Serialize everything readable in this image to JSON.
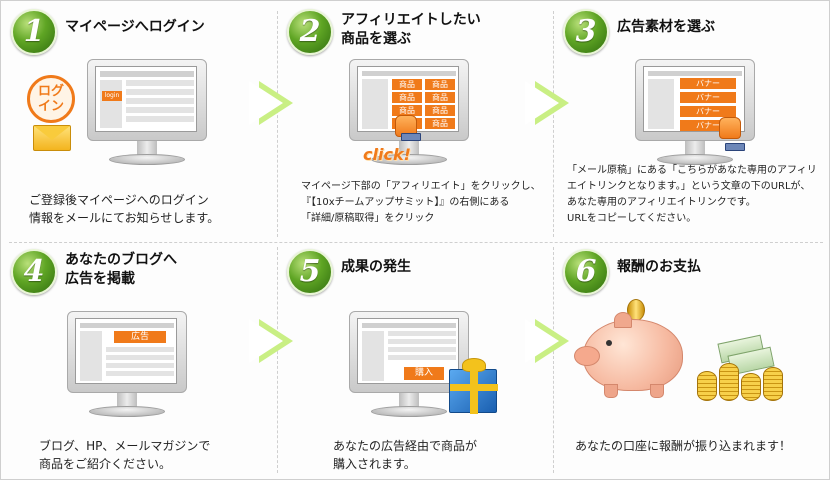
{
  "colors": {
    "accent_green": "#5fa524",
    "accent_orange": "#f07a1a",
    "arrow_green": "#c9ef84"
  },
  "steps": [
    {
      "number": "1",
      "title": "マイページへログイン",
      "description": "ご登録後マイページへのログイン\n情報をメールにてお知らせします。",
      "screen_button": "login",
      "bubble_text": "ログ\nイン"
    },
    {
      "number": "2",
      "title": "アフィリエイトしたい\n商品を選ぶ",
      "description": "マイページ下部の「アフィリエイト」をクリックし、\n『【10xチームアップサミット】』の右側にある\n「詳細/原稿取得」をクリック",
      "screen_items": [
        "商品",
        "商品",
        "商品",
        "商品",
        "商品",
        "商品",
        "商品",
        "商品"
      ],
      "click_label": "click!"
    },
    {
      "number": "3",
      "title": "広告素材を選ぶ",
      "description": "「メール原稿」にある「こちらがあなた専用のアフィリ\nエイトリンクとなります。」という文章の下のURLが、\nあなた専用のアフィリエイトリンクです。\nURLをコピーしてください。",
      "screen_items": [
        "バナー",
        "バナー",
        "バナー",
        "バナー"
      ]
    },
    {
      "number": "4",
      "title": "あなたのブログへ\n広告を掲載",
      "description": "ブログ、HP、メールマガジンで\n商品をご紹介ください。",
      "screen_button": "広告"
    },
    {
      "number": "5",
      "title": "成果の発生",
      "description": "あなたの広告経由で商品が\n購入されます。",
      "screen_button": "購入"
    },
    {
      "number": "6",
      "title": "報酬のお支払",
      "description": "あなたの口座に報酬が振り込まれます！"
    }
  ]
}
